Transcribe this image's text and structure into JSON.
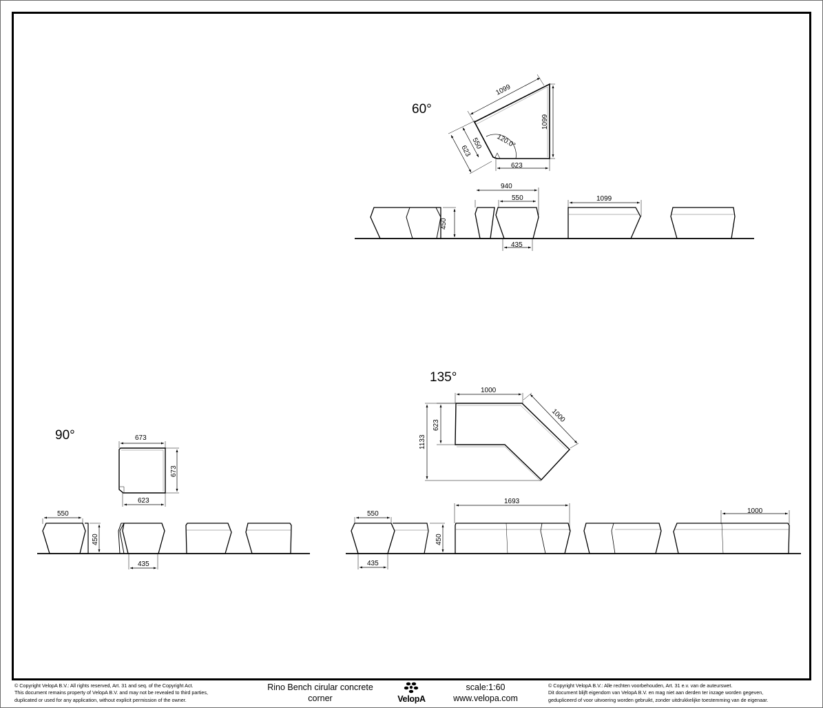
{
  "drawing": {
    "title": "Rino Bench cirular concrete corner",
    "title_line1": "Rino Bench cirular concrete",
    "title_line2": "corner",
    "scale": "scale:1:60",
    "website": "www.velopa.com",
    "brand": "VelopA",
    "logo_icon": "velopa-flower-logo-icon"
  },
  "sections": {
    "angle60": {
      "label": "60°",
      "plan": {
        "top_edge": "1099",
        "right_edge": "1099",
        "bottom_edge": "623",
        "end_inner": "550",
        "end_outer": "623",
        "inner_angle": "120.0°"
      },
      "elevation": {
        "height": "450",
        "overall_width": "940",
        "seat_width": "550",
        "base_width": "435",
        "long_side": "1099"
      }
    },
    "angle90": {
      "label": "90°",
      "plan": {
        "top_edge": "673",
        "right_edge": "673",
        "bottom_edge": "623"
      },
      "elevation": {
        "seat_width": "550",
        "height": "450",
        "base_width": "435"
      }
    },
    "angle135": {
      "label": "135°",
      "plan": {
        "top_edge": "1000",
        "diagonal_edge": "1000",
        "depth": "623",
        "overall_height": "1133"
      },
      "elevation": {
        "seat_width": "550",
        "height": "450",
        "base_width": "435",
        "overall_length": "1693",
        "segment_length": "1000"
      }
    }
  },
  "footer": {
    "copyright_en": [
      "©  Copyright VelopA B.V.: All rights reserved, Art. 31 and seq. of the Copyright Act.",
      "This document remains property of VelopA B.V. and may not be revealed to third parties,",
      "duplicated or used for any application, without explicit permission of the owner."
    ],
    "copyright_nl": [
      "©  Copyright VelopA B.V.: Alle rechten voorbehouden, Art. 31 e.v. van de auteurswet.",
      "Dit document blijft eigendom van VelopA B.V. en mag niet aan derden ter inzage worden gegeven,",
      "gedupliceerd of voor uitvoering worden gebruikt, zonder uitdrukkelijke toestemming van de eigenaar."
    ]
  }
}
